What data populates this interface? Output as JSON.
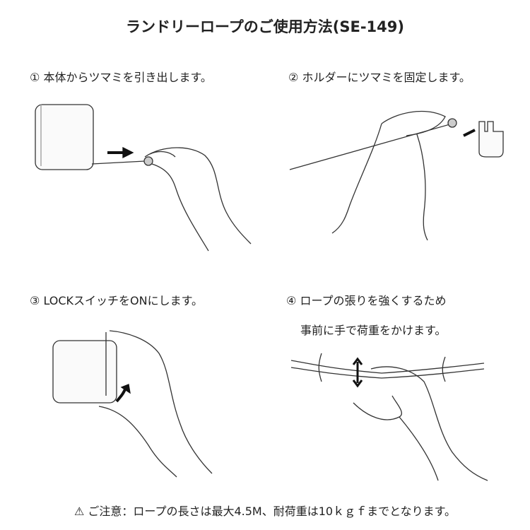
{
  "title": "ランドリーロープのご使用方法(SE-149)",
  "steps": [
    {
      "number": "①",
      "text": "本体からツマミを引き出します。"
    },
    {
      "number": "②",
      "text": "ホルダーにツマミを固定します。"
    },
    {
      "number": "③",
      "text": "LOCKスイッチをONにします。"
    },
    {
      "number": "④",
      "text": "ロープの張りを強くするため",
      "text2": "事前に手で荷重をかけます。"
    }
  ],
  "note": {
    "icon": "warning-icon",
    "text": "ご注意：ロープの長さは最大4.5M、耐荷重は10ｋｇｆまでとなります。"
  }
}
